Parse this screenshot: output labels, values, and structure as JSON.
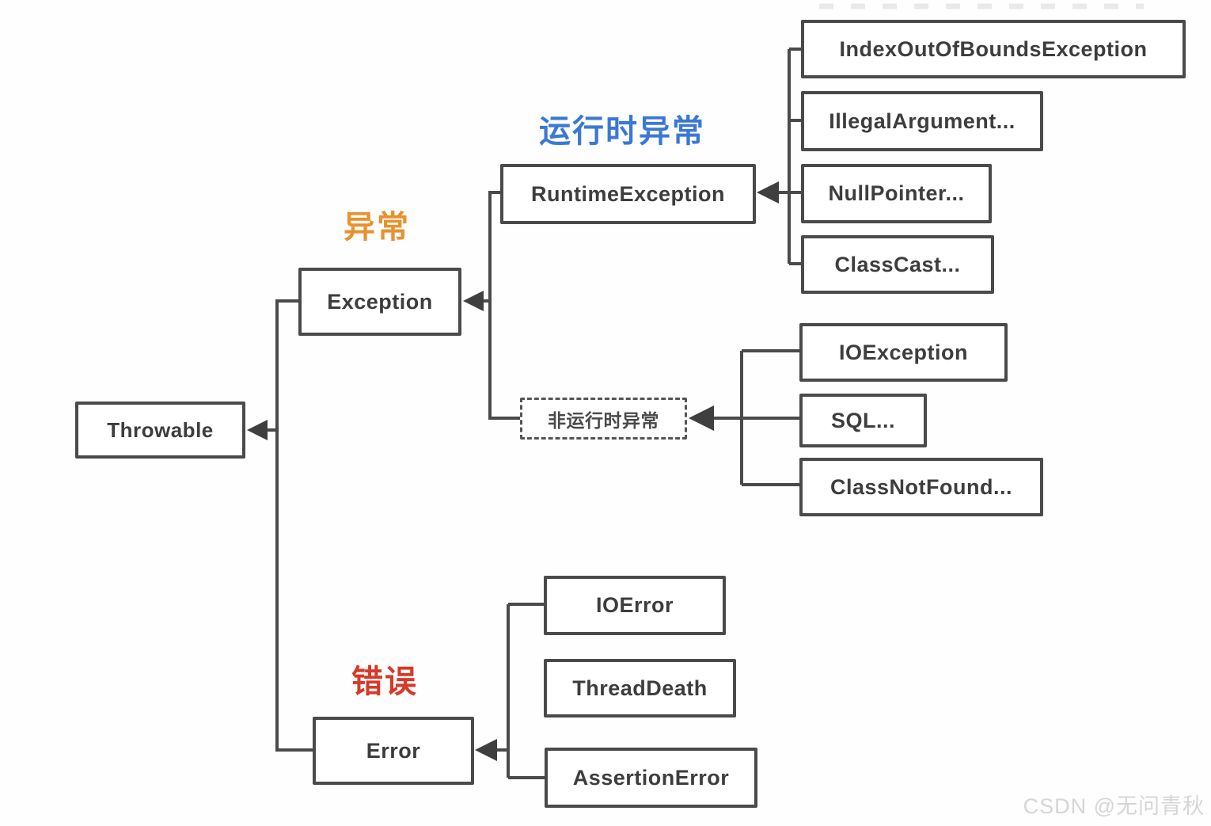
{
  "nodes": {
    "throwable": "Throwable",
    "exception": "Exception",
    "error": "Error",
    "runtime_exception": "RuntimeException",
    "index_out_of_bounds": "IndexOutOfBoundsException",
    "illegal_argument": "IllegalArgument...",
    "null_pointer": "NullPointer...",
    "class_cast": "ClassCast...",
    "non_runtime": "非运行时异常",
    "io_exception": "IOException",
    "sql": "SQL...",
    "class_not_found": "ClassNotFound...",
    "io_error": "IOError",
    "thread_death": "ThreadDeath",
    "assertion_error": "AssertionError"
  },
  "labels": {
    "runtime_zone": {
      "text": "运行时异常",
      "color": "#3a78d6"
    },
    "exception_zone": {
      "text": "异常",
      "color": "#e8912d"
    },
    "error_zone": {
      "text": "错误",
      "color": "#d53a2b"
    }
  },
  "watermark": "CSDN @无问青秋",
  "style_colors": {
    "line": "#4a4a4a",
    "box_text": "#3d3d3d",
    "background": "#fefefe",
    "watermark": "#d6d6d6"
  }
}
